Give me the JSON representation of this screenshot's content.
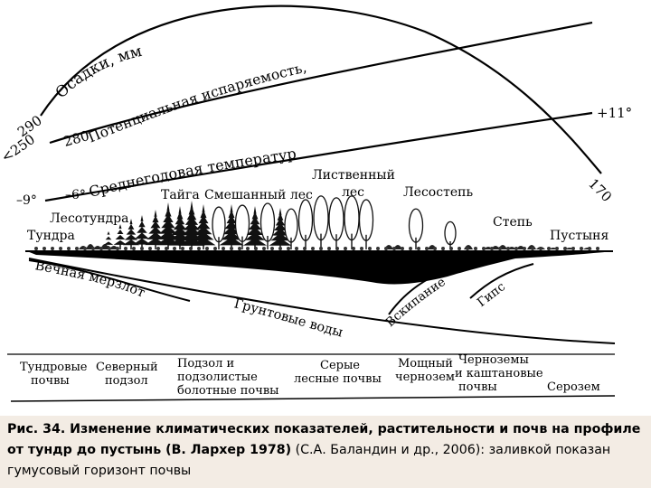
{
  "climate": {
    "precipitation_label": "Осадки, мм",
    "evaporation_label": "Потенциальная испаряемость, мм",
    "temperature_label": "Среднегодовая температура, °С",
    "precip_start": "290",
    "precip_end": "170",
    "evap_start": "<250",
    "evap_mid": "280",
    "temp_start": "–9°",
    "temp_mid": "–6°",
    "temp_end": "+11°"
  },
  "vegetation_zones": [
    "Тундра",
    "Лесотундра",
    "Тайга",
    "Смешанный лес",
    "Лиственный",
    "лес",
    "Лесостепь",
    "Степь",
    "Пустыня"
  ],
  "profile_labels": {
    "permafrost": "Вечная мерзлота",
    "groundwater": "Грунтовые воды",
    "effervescence": "Вскипание",
    "gypsum": "Гипс"
  },
  "soils": [
    {
      "lines": [
        "Тундровые",
        "почвы"
      ]
    },
    {
      "lines": [
        "Северный",
        "подзол"
      ]
    },
    {
      "lines": [
        "Подзол и",
        "подзолистые",
        "болотные почвы"
      ]
    },
    {
      "lines": [
        "Серые",
        "лесные почвы"
      ]
    },
    {
      "lines": [
        "Мощный",
        "чернозем"
      ]
    },
    {
      "lines": [
        "Черноземы",
        "и каштановые",
        "почвы"
      ]
    },
    {
      "lines": [
        "Серозем"
      ]
    }
  ],
  "caption": {
    "bold": "Рис.  34. Изменение климатических показателей, растительности и почв на профиле от тундр до пустынь (В. Лархер 1978)",
    "normal": " (С.А. Баландин и др., 2006): заливкой показан гумусовый горизонт почвы"
  }
}
